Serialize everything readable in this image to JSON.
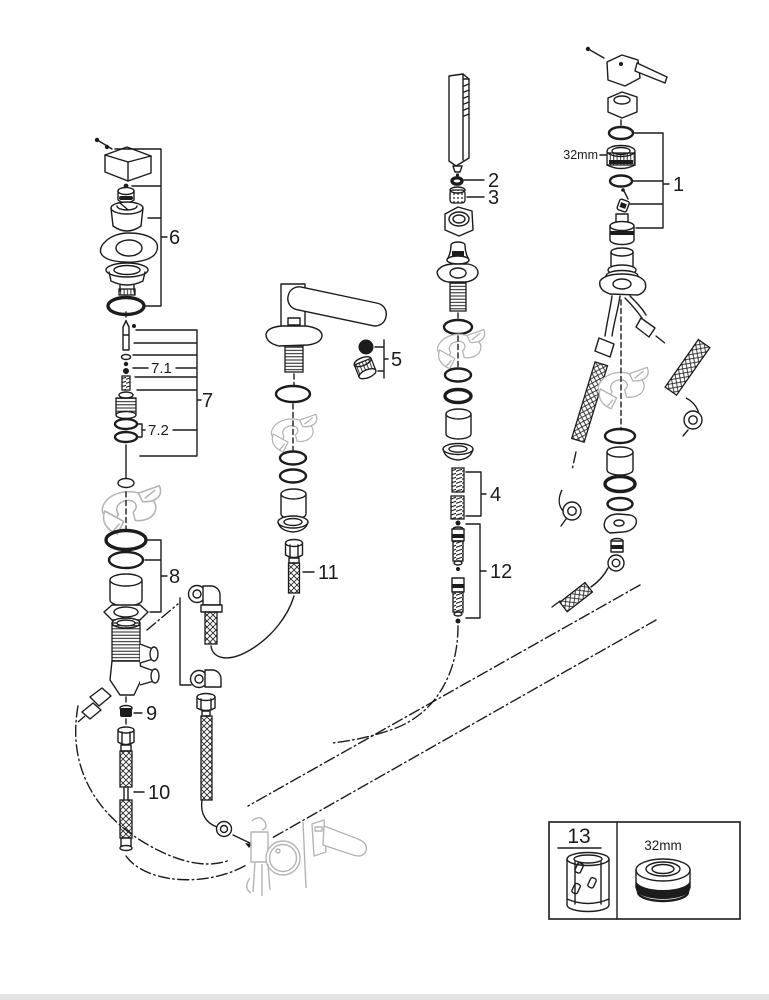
{
  "page": {
    "background_color": "#ffffff",
    "footer_bar_color": "#e3e3e3"
  },
  "diagram": {
    "type": "exploded-parts-diagram",
    "subject": "four-hole-bath-faucet-spare-parts",
    "line_color": "#1c1c1c",
    "reference_gray_color": "#b4b4b4",
    "callouts": {
      "c1": "1",
      "c2": "2",
      "c3": "3",
      "c4": "4",
      "c5": "5",
      "c6": "6",
      "c7": "7",
      "c7_1": "7.1",
      "c7_2": "7.2",
      "c8": "8",
      "c9": "9",
      "c10": "10",
      "c11": "11",
      "c12": "12"
    },
    "annotations": {
      "cartridge_nut_size": "32mm"
    },
    "toolbox": {
      "tool_number": "13",
      "tool_size": "32mm"
    }
  }
}
